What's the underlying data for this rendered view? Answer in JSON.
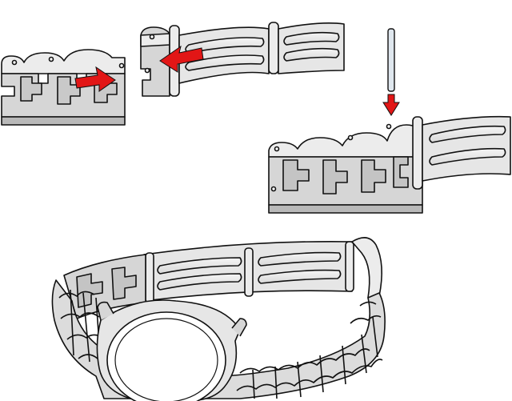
{
  "colors": {
    "line": "#111111",
    "metal": "#d6d6d6",
    "metal_dark": "#b9b9b9",
    "metal_light": "#ececec",
    "arrow": "#e21616",
    "pin": "#dfe7ee",
    "background": "#ffffff"
  },
  "steps": [
    {
      "name": "step-separate-links",
      "icon": "arrow-pull-apart-icon"
    },
    {
      "name": "step-insert-pin",
      "icon": "arrow-down-insert-pin-icon"
    },
    {
      "name": "step-assembled-watch",
      "icon": "watch-icon"
    }
  ]
}
